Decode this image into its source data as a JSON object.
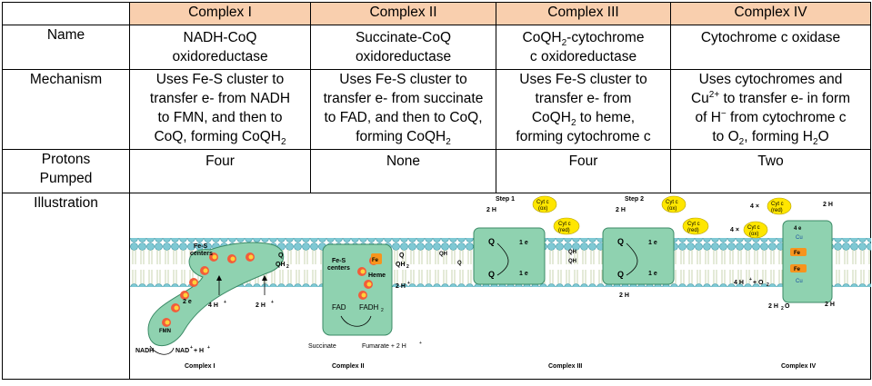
{
  "columns": [
    "",
    "Complex I",
    "Complex II",
    "Complex III",
    "Complex IV"
  ],
  "rows": {
    "name": {
      "label": "Name",
      "c1": [
        "NADH-CoQ",
        "oxidoreductase"
      ],
      "c2": [
        "Succinate-CoQ",
        "oxidoreductase"
      ],
      "c3": {
        "l1a": "CoQH",
        "l1sub": "2",
        "l1b": "-cytochrome",
        "l2": "c oxidoreductase"
      },
      "c4": [
        "Cytochrome c oxidase"
      ]
    },
    "mechanism": {
      "label": "Mechanism",
      "c1": {
        "l1": "Uses Fe-S cluster to",
        "l2": "transfer e- from NADH",
        "l3": "to FMN, and then to",
        "l4a": "CoQ, forming CoQH",
        "l4sub": "2"
      },
      "c2": {
        "l1": "Uses Fe-S cluster to",
        "l2": "transfer e- from succinate",
        "l3": "to FAD, and then to CoQ,",
        "l4a": "forming CoQH",
        "l4sub": "2"
      },
      "c3": {
        "l1": "Uses Fe-S cluster to",
        "l2": "transfer e- from",
        "l3a": "CoQH",
        "l3sub": "2",
        "l3b": " to heme,",
        "l4": "forming cytochrome c"
      },
      "c4": {
        "l1": "Uses cytochromes and",
        "l2a": "Cu",
        "l2sup": "2+",
        "l2b": " to transfer e- in form",
        "l3a": "of H",
        "l3sup": "−",
        "l3b": " from cytochrome c",
        "l4a": "to O",
        "l4sub": "2",
        "l4b": ", forming H",
        "l4sub2": "2",
        "l4c": "O"
      }
    },
    "protons": {
      "label_l1": "Protons",
      "label_l2": "Pumped",
      "c1": "Four",
      "c2": "None",
      "c3": "Four",
      "c4": "Two"
    },
    "illustration": {
      "label": "Illustration"
    }
  },
  "figure": {
    "complex_labels": [
      "Complex I",
      "Complex II",
      "Complex III",
      "Complex IV"
    ],
    "c1": {
      "fes": "Fe-S",
      "centers": "centers",
      "fmn": "FMN",
      "nadh": "NADH",
      "nadplus": "NAD",
      "two_e": "2 e",
      "four_h": "4 H",
      "two_h": "2 H",
      "q": "Q",
      "qh2": "QH"
    },
    "c2": {
      "fes": "Fe-S",
      "centers": "centers",
      "fe": "Fe",
      "heme": "Heme",
      "fad": "FAD",
      "fadh2": "FADH",
      "succinate": "Succinate",
      "fumarate": "Fumarate + 2 H",
      "q": "Q",
      "qh2": "QH",
      "two_h": "2 H"
    },
    "c3": {
      "step1": "Step 1",
      "step2": "Step 2",
      "cytc": "Cyt c",
      "ox": "(ox)",
      "red": "(red)",
      "q": "Q",
      "one_e": "1 e",
      "qh2": "QH",
      "two_h": "2 H"
    },
    "c4": {
      "four_x": "4 ×",
      "cytc": "Cyt c",
      "red": "(red)",
      "ox": "(ox)",
      "four_e": "4 e",
      "cu": "Cu",
      "fe": "Fe",
      "four_h_o2": "4 H",
      "two_h2o": "2 H",
      "two_h": "2 H"
    }
  }
}
